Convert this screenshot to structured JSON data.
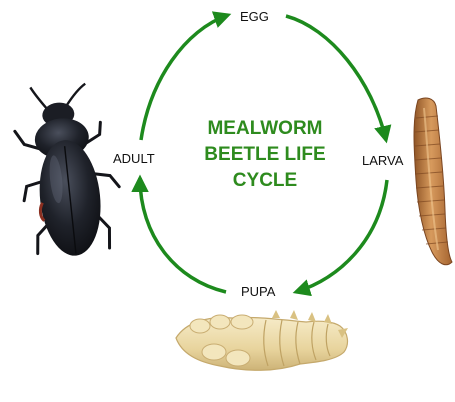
{
  "title_lines": [
    "MEALWORM",
    "BEETLE LIFE",
    "CYCLE"
  ],
  "stages": {
    "egg": "EGG",
    "larva": "LARVA",
    "pupa": "PUPA",
    "adult": "ADULT"
  },
  "colors": {
    "cycle_arrow": "#1d8a1d",
    "title_text": "#2e8b1e",
    "beetle_body": "#1b1d24",
    "larva_body": "#b8773f",
    "pupa_body": "#ecdcaa"
  },
  "illustrations": [
    "adult-beetle",
    "mealworm-larva",
    "mealworm-pupa"
  ]
}
